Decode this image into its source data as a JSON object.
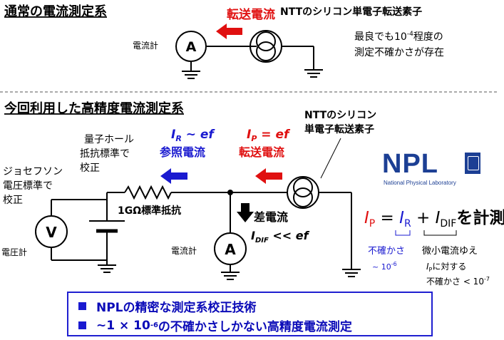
{
  "top": {
    "title": "通常の電流測定系",
    "transfer_label": "転送電流",
    "device_label": "NTTのシリコン単電子転送素子",
    "ammeter_label": "電流計",
    "ammeter_symbol": "A",
    "note_line1": "最良でも10",
    "note_exp": "-4",
    "note_line1_tail": "程度の",
    "note_line2": "測定不確かさが存在"
  },
  "bottom": {
    "title": "今回利用した高精度電流測定系",
    "device_line1": "NTTのシリコン",
    "device_line2": "単電子転送素子",
    "hall_line1": "量子ホール",
    "hall_line2": "抵抗標準で",
    "hall_line3": "校正",
    "ir_formula": "I",
    "ir_sub": "R",
    "ir_eq": " ~ ef",
    "ref_current": "参照電流",
    "ip_formula": "I",
    "ip_sub": "P",
    "ip_eq": " = ef",
    "transfer_label": "転送電流",
    "josephson_line1": "ジョセフソン",
    "josephson_line2": "電圧標準で",
    "josephson_line3": "校正",
    "voltmeter_label": "電圧計",
    "voltmeter_symbol": "V",
    "resistor_label": "1GΩ標準抵抗",
    "diff_label": "差電流",
    "idif_i": "I",
    "idif_sub": "DIF",
    "idif_rel": " << ef",
    "ammeter_label": "電流計",
    "ammeter_symbol": "A",
    "eq_ip": "I",
    "eq_ip_sub": "P",
    "eq_equals": " = ",
    "eq_ir": "I",
    "eq_ir_sub": "R",
    "eq_plus": " + ",
    "eq_idif": "I",
    "eq_idif_sub": "DIF",
    "eq_tail": "を計測",
    "unc_line1": "不確かさ",
    "unc_line2": "~ 10",
    "unc_exp": "-6",
    "small_line1": "微小電流ゆえ",
    "small_ip": "I",
    "small_ip_sub": "P",
    "small_line2_tail": "に対する",
    "small_line3": "不確かさ < 10",
    "small_exp": "-7"
  },
  "npl": {
    "name": "NPL",
    "subtitle": "National Physical Laboratory"
  },
  "summary": {
    "line1": "NPLの精密な測定系校正技術",
    "line2_prefix": "~1 × 10",
    "line2_exp": "-6",
    "line2_suffix": "の不確かさしかない高精度電流測定"
  },
  "colors": {
    "red": "#e01010",
    "blue": "#1a1ad0",
    "dark_blue": "#1c3f94"
  }
}
